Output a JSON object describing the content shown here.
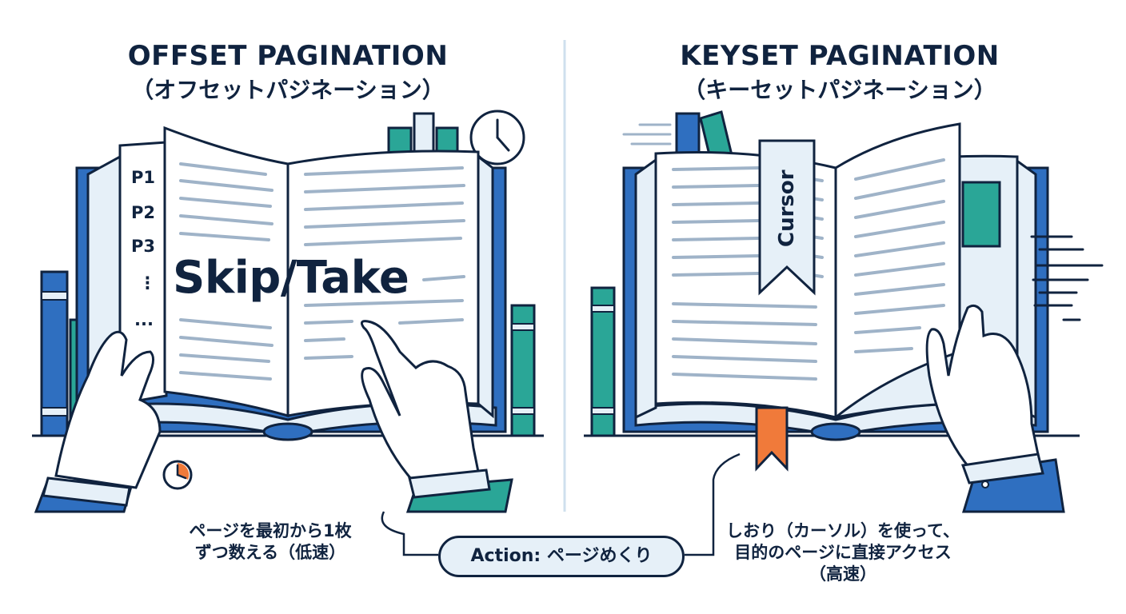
{
  "left": {
    "title": "OFFSET PAGINATION",
    "subtitle": "（オフセットパジネーション）",
    "pages": [
      "P1",
      "P2",
      "P3",
      "⋮",
      "..."
    ],
    "big_label": "Skip/Take",
    "caption_lines": [
      "ページを最初から1枚",
      "ずつ数える（低速）"
    ]
  },
  "right": {
    "title": "KEYSET PAGINATION",
    "subtitle": "（キーセットパジネーション）",
    "bookmark_label": "Cursor",
    "caption_lines": [
      "しおり（カーソル）を使って、",
      "目的のページに直接アクセス",
      "（高速）"
    ]
  },
  "action_label": "Action: ページめくり",
  "colors": {
    "navy": "#10233f",
    "blue": "#2f6fc0",
    "teal": "#2aa697",
    "light_blue": "#e6f0f8",
    "orange": "#f07a3a"
  }
}
